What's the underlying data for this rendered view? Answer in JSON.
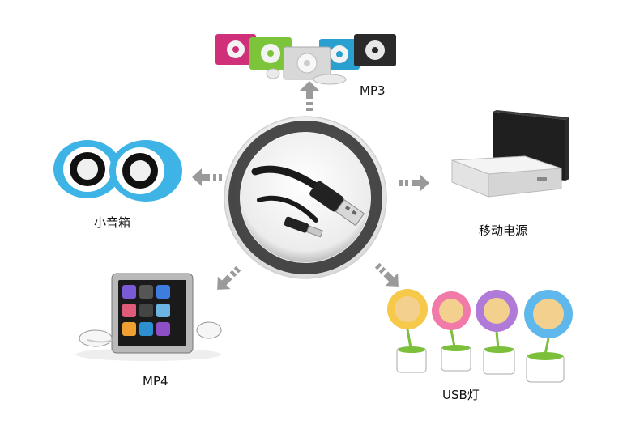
{
  "labels": {
    "mp3": "MP3",
    "speaker": "小音箱",
    "power_bank": "移动电源",
    "mp4": "MP4",
    "usb_lamp": "USB灯"
  },
  "colors": {
    "arrow": "#9a9a9a",
    "ring_dark": "#2a2a2a",
    "speaker_blue": "#3db3e6",
    "mp3_pink": "#d0307a",
    "mp3_green": "#7cc43a",
    "mp3_blue": "#2aa0d0"
  }
}
